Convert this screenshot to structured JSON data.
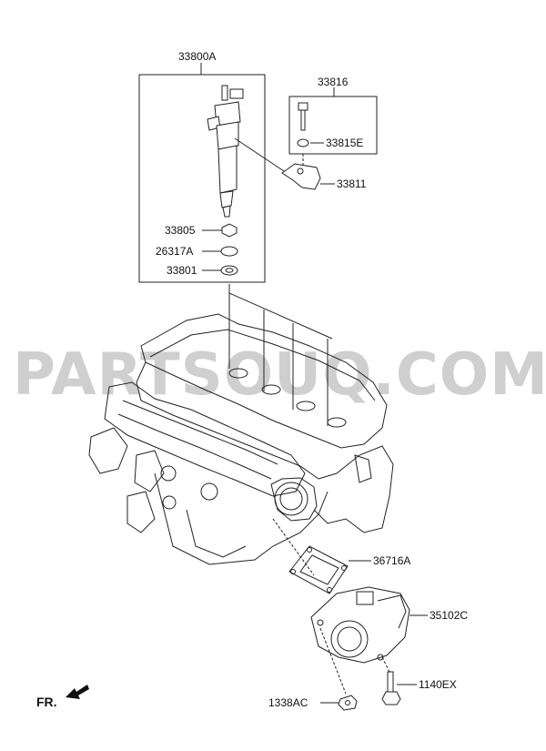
{
  "watermark": "PARTSOUQ.COM",
  "direction_label": "FR.",
  "labels": {
    "assembly": "33800A",
    "bolt_set": "33816",
    "washer_e": "33815E",
    "clamp": "33811",
    "nozzle_seal": "33805",
    "o_ring": "26317A",
    "washer": "33801",
    "gasket": "36716A",
    "throttle_body": "35102C",
    "bolt_ex": "1140EX",
    "nut": "1338AC"
  }
}
